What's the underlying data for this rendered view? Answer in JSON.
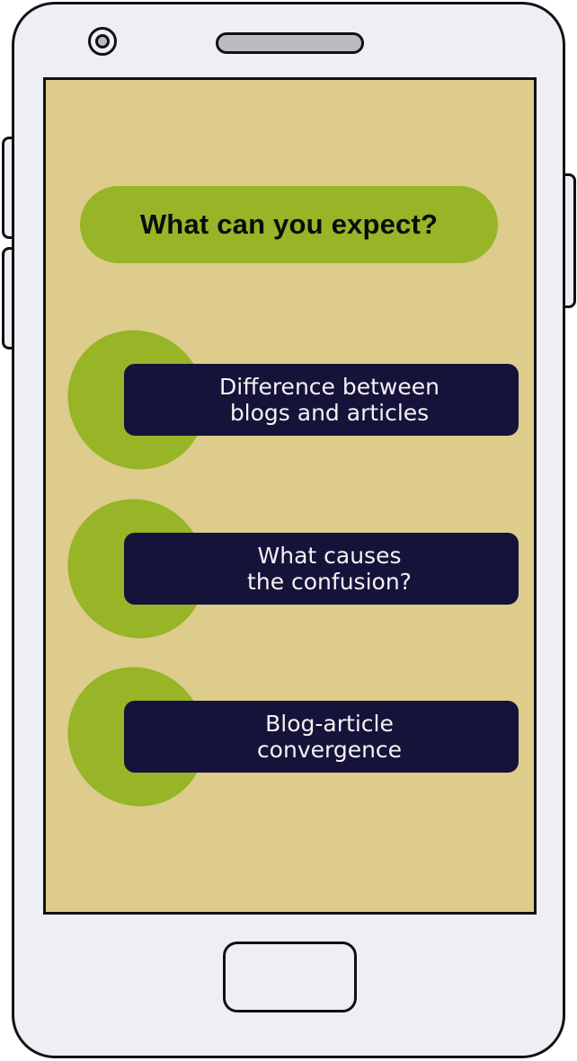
{
  "device": {
    "type": "smartphone",
    "colors": {
      "body": "#EEEFF5",
      "screen": "#DDCC8B",
      "outline": "#111111",
      "speaker": "#BCBBC0"
    }
  },
  "screen": {
    "title": "What can you expect?",
    "title_color": "#97B527",
    "item_bg": "#16133A",
    "item_text_color": "#F4F2F2",
    "items": [
      {
        "line1": "Difference between",
        "line2": "blogs and articles"
      },
      {
        "line1": "What causes",
        "line2": "the confusion?"
      },
      {
        "line1": "Blog-article",
        "line2": "convergence"
      }
    ]
  }
}
